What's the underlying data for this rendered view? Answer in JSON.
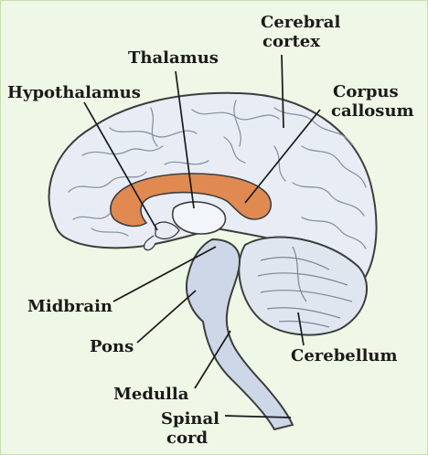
{
  "diagram": {
    "labels": {
      "cerebral_cortex": [
        "Cerebral",
        "cortex"
      ],
      "thalamus": "Thalamus",
      "hypothalamus": "Hypothalamus",
      "corpus_callosum": [
        "Corpus",
        "callosum"
      ],
      "midbrain": "Midbrain",
      "pons": "Pons",
      "cerebellum": "Cerebellum",
      "medulla": "Medulla",
      "spinal_cord": [
        "Spinal",
        "cord"
      ]
    },
    "colors": {
      "background": "#eff7e6",
      "brain_tissue": "#e8edf5",
      "outline": "#3d3d3d",
      "corpus_callosum": "#e08a52",
      "brainstem": "#cdd7e8",
      "cerebellum": "#dfe6f0"
    }
  }
}
